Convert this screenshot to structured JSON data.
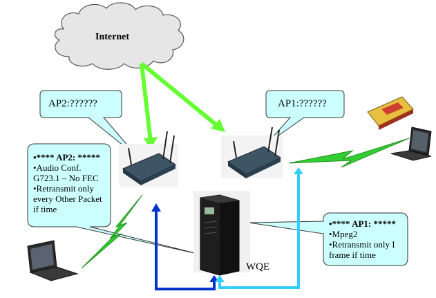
{
  "internet": {
    "label": "Internet"
  },
  "ap2_callout": {
    "label": "AP2:??????"
  },
  "ap1_callout": {
    "label": "AP1:??????"
  },
  "ap2_details": {
    "lines": [
      "•**** AP2: *****",
      "•Audio Conf.",
      "G723.1 – No FEC",
      "•Retransmit only",
      "every Other Packet",
      "if time"
    ]
  },
  "ap1_details": {
    "lines": [
      "•**** AP1: *****",
      "•Mpeg2",
      "•Retransmit only I",
      "frame if time"
    ]
  },
  "server": {
    "label": "WQE"
  },
  "colors": {
    "callout_fill": "#ccffff",
    "wired_link": "#66ff33",
    "wireless_link": "#33cc33",
    "ap2_link": "#0033cc",
    "ap1_link": "#33ccff"
  }
}
